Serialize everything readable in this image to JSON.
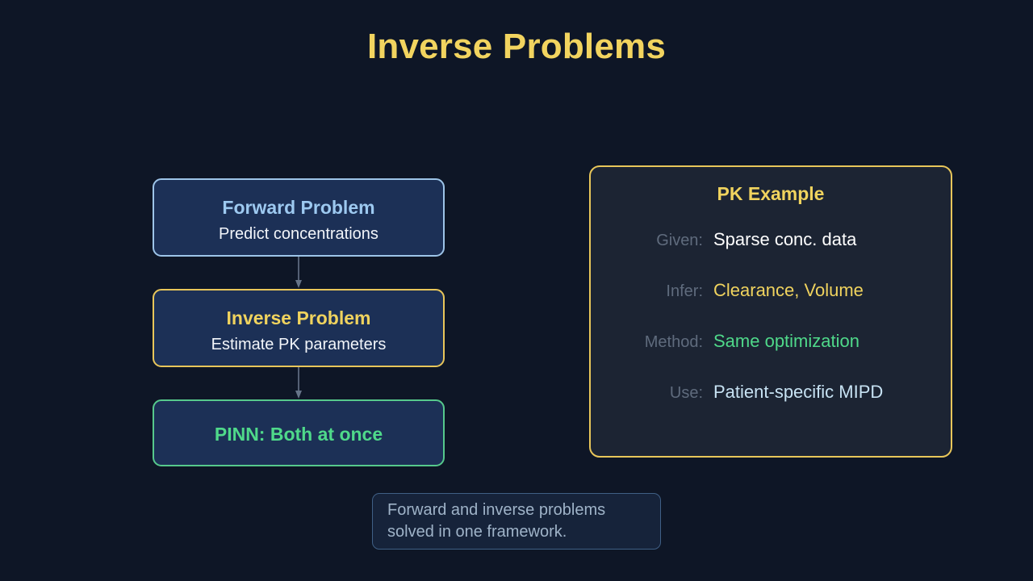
{
  "slide": {
    "title": "Inverse Problems",
    "background_color": "#0e1626",
    "accent_gold": "#f0d35e",
    "accent_blue": "#9dc9f0",
    "accent_green": "#4fd98a"
  },
  "flow": {
    "boxes": [
      {
        "title": "Forward Problem",
        "subtitle": "Predict concentrations",
        "accent": "#9dc4e8"
      },
      {
        "title": "Inverse Problem",
        "subtitle": "Estimate PK parameters",
        "accent": "#e8c65a"
      },
      {
        "title": "PINN: Both at once",
        "subtitle": "",
        "accent": "#56c98c"
      }
    ],
    "arrow_icon": "arrow-down-icon"
  },
  "pk_panel": {
    "title": "PK Example",
    "border_color": "#e8c65a",
    "rows": [
      {
        "label": "Given:",
        "value": "Sparse conc. data",
        "value_color": "#ffffff"
      },
      {
        "label": "Infer:",
        "value": "Clearance, Volume",
        "value_color": "#f0d35e"
      },
      {
        "label": "Method:",
        "value": "Same optimization",
        "value_color": "#4fd98a"
      },
      {
        "label": "Use:",
        "value": "Patient-specific MIPD",
        "value_color": "#c7e2f3"
      }
    ]
  },
  "caption": {
    "text": "Forward and inverse problems solved in one framework."
  }
}
